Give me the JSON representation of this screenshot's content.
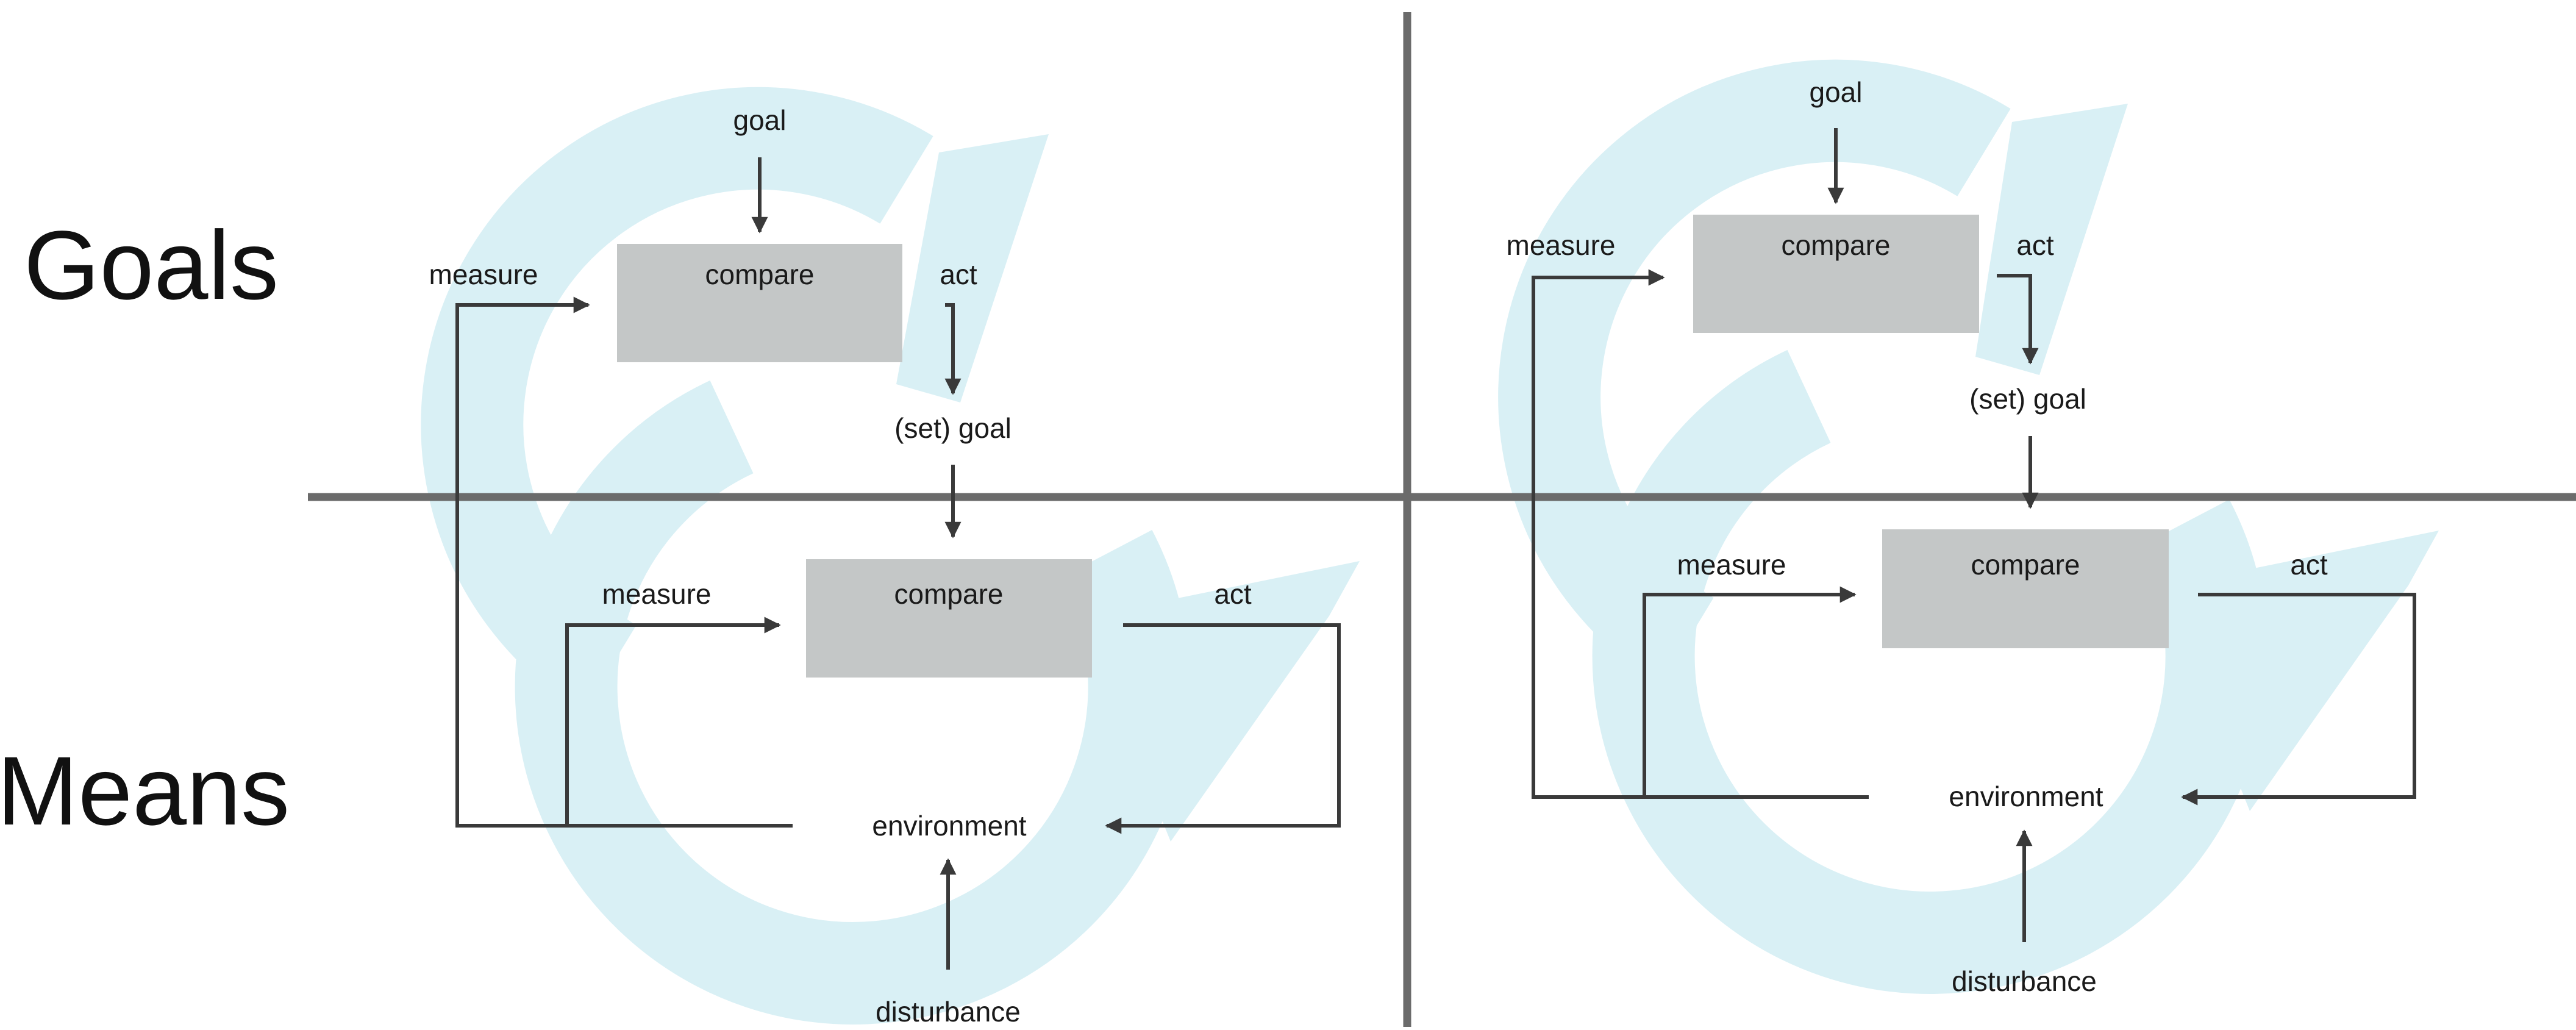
{
  "row_labels": {
    "goals": "Goals",
    "means": "Means"
  },
  "left_panel": {
    "upper_loop": {
      "reference": "goal",
      "comparator": "compare",
      "input": "measure",
      "output": "act"
    },
    "lower_loop": {
      "reference": "(set) goal",
      "comparator": "compare",
      "input": "measure",
      "output": "act",
      "environment": "environment",
      "disturbance": "disturbance"
    }
  },
  "right_panel": {
    "upper_loop": {
      "reference": "goal",
      "comparator": "compare",
      "input": "measure",
      "output": "act"
    },
    "lower_loop": {
      "reference": "(set) goal",
      "comparator": "compare",
      "input": "measure",
      "output": "act",
      "environment": "environment",
      "disturbance": "disturbance"
    }
  },
  "colors": {
    "background": "#ffffff",
    "cycle_watermark": "#d9f0f5",
    "comparator_box": "#c4c7c7",
    "divider": "#6b6b6b",
    "line": "#3a3a3a",
    "text": "#1a1a1a"
  },
  "icons": {
    "cycle_watermark": "circular-arrow-icon"
  }
}
